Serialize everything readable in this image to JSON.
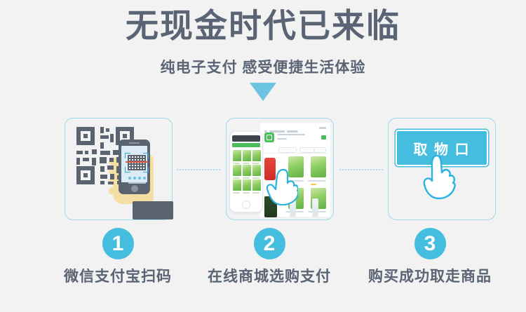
{
  "header": {
    "title": "无现金时代已来临",
    "subtitle": "纯电子支付  感受便捷生活体验",
    "arrow_icon": "triangle-down-icon",
    "title_color": "#5a6475",
    "arrow_color": "#6cc3e2"
  },
  "panels": [
    {
      "id": "qr-scan",
      "icon": "qr-code-phone-scan-illustration",
      "border_color": "#9fd9ee"
    },
    {
      "id": "online-shop",
      "icon": "phone-product-grid-tap-illustration",
      "border_color": "#9fd9ee"
    },
    {
      "id": "pickup-slot",
      "icon": "vending-pickup-slot-hand-illustration",
      "slot_label": "取 物 口",
      "slot_color": "#45bddf",
      "border_color": "#9fd9ee"
    }
  ],
  "steps": [
    {
      "number": "1",
      "label": "微信支付宝扫码",
      "badge_color": "#45bddf"
    },
    {
      "number": "2",
      "label": "在线商城选购支付",
      "badge_color": "#45bddf"
    },
    {
      "number": "3",
      "label": "购买成功取走商品",
      "badge_color": "#45bddf"
    }
  ],
  "theme": {
    "background": "#f2f2f2",
    "accent": "#45bddf",
    "text_dark": "#5a6475"
  }
}
